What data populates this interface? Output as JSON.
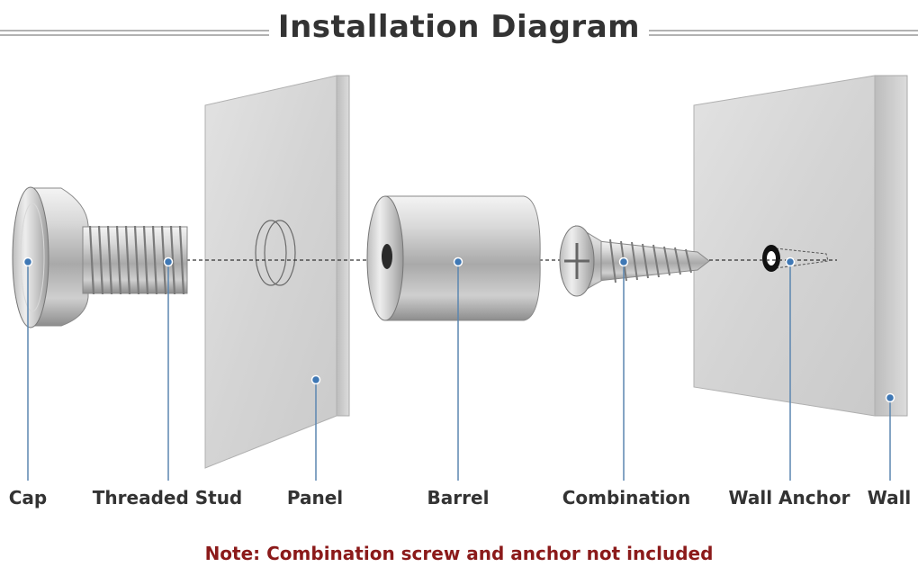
{
  "title": "Installation Diagram",
  "labels": {
    "cap": "Cap",
    "threaded_stud": "Threaded Stud",
    "panel": "Panel",
    "barrel": "Barrel",
    "combination": "Combination",
    "wall_anchor": "Wall Anchor",
    "wall": "Wall"
  },
  "note": "Note: Combination screw and anchor not included",
  "colors": {
    "title_text": "#333333",
    "label_text": "#333333",
    "note_text": "#8b1a1a",
    "leader_line": "#5b86b0",
    "leader_dot": "#3f78b5",
    "panel_face": "#d7d7d7",
    "metal": "#c9c9c9"
  }
}
